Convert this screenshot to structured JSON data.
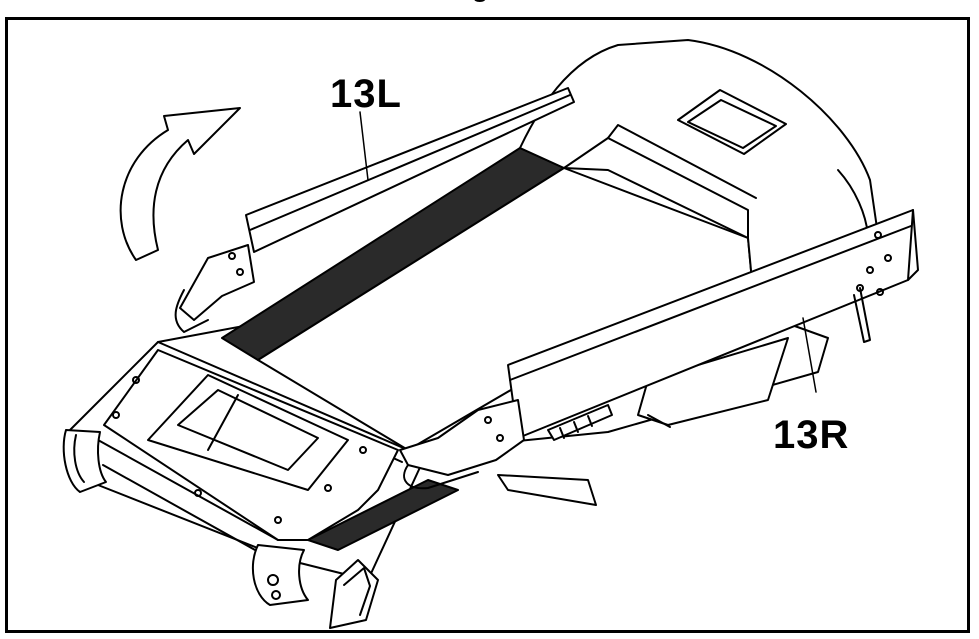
{
  "figure": {
    "title_fragment": "g",
    "labels": {
      "left_rail": "13L",
      "right_rail": "13R"
    },
    "colors": {
      "line": "#000000",
      "belt": "#2a2a2a",
      "background": "#ffffff"
    },
    "icons": [
      "rotate-arrow-icon"
    ]
  }
}
